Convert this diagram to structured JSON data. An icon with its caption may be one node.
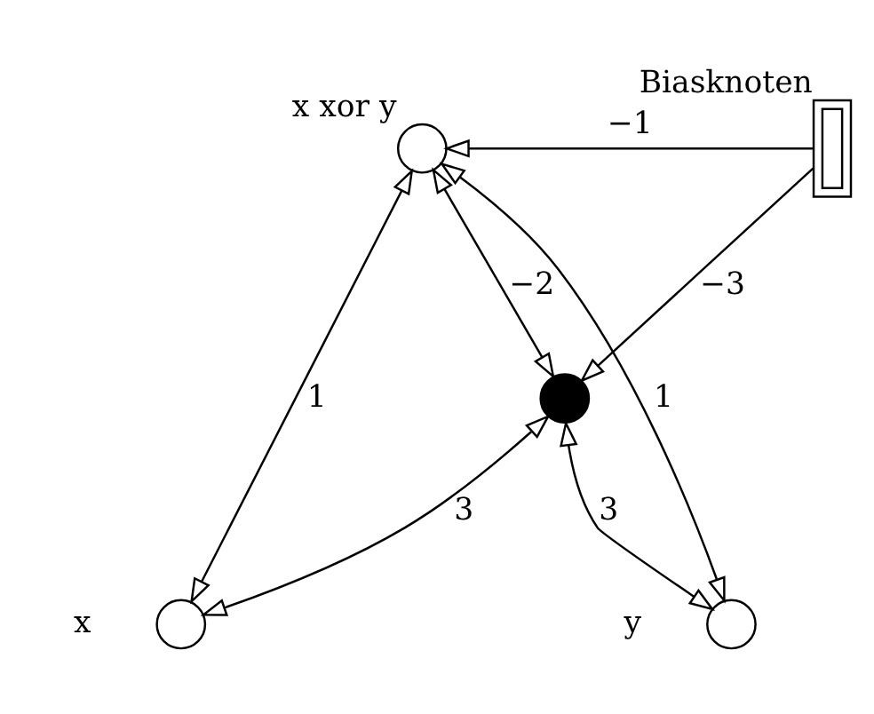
{
  "diagram": {
    "nodes": [
      {
        "text": [],
        "shape": "circle",
        "beside": [
          "x xor y"
        ]
      },
      {
        "text": [],
        "shape": "bar",
        "beside": [
          "Biasknoten"
        ]
      },
      {
        "text": [],
        "shape": "circle"
      },
      {
        "text": [],
        "shape": "circle",
        "beside": [
          "x"
        ]
      },
      {
        "text": [],
        "shape": "circle",
        "beside": [
          "y"
        ]
      }
    ],
    "edges": [
      {
        "from": 1,
        "to": 0,
        "arrow": "to",
        "label": "−1"
      },
      {
        "from": 0,
        "to": 2,
        "arrow": "both",
        "label": "−2"
      },
      {
        "from": 1,
        "to": 2,
        "arrow": "to",
        "label": "−3"
      },
      {
        "from": 0,
        "to": 3,
        "arrow": "both",
        "label": "1"
      },
      {
        "from": 0,
        "to": 4,
        "arrow": "both",
        "label": "1"
      },
      {
        "from": 2,
        "to": 3,
        "arrow": "both",
        "label": "3"
      },
      {
        "from": 2,
        "to": 4,
        "arrow": "both",
        "label": "3"
      }
    ]
  }
}
